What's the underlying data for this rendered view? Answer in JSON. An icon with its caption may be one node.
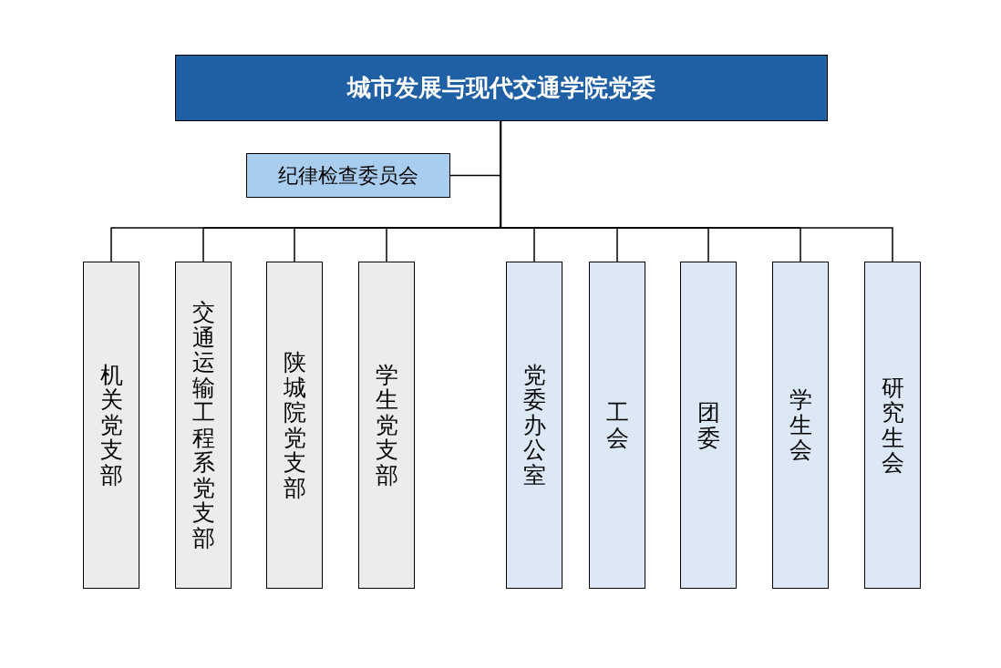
{
  "diagram": {
    "nodes": [
      {
        "text": [
          "城市发展与现代交通学院党委"
        ]
      },
      {
        "text": [
          "纪律检查委员会"
        ]
      },
      {
        "text": [
          "机关党支部"
        ]
      },
      {
        "text": [
          "交通运输工程系党支部"
        ]
      },
      {
        "text": [
          "陕城院党支部"
        ]
      },
      {
        "text": [
          "学生党支部"
        ]
      },
      {
        "text": [
          "党委办公室"
        ]
      },
      {
        "text": [
          "工会"
        ]
      },
      {
        "text": [
          "团委"
        ]
      },
      {
        "text": [
          "学生会"
        ]
      },
      {
        "text": [
          "研究生会"
        ]
      }
    ],
    "edges": [
      {
        "from": 0,
        "to": 1,
        "arrow": "none"
      },
      {
        "from": 0,
        "to": 2,
        "arrow": "none"
      },
      {
        "from": 0,
        "to": 3,
        "arrow": "none"
      },
      {
        "from": 0,
        "to": 4,
        "arrow": "none"
      },
      {
        "from": 0,
        "to": 5,
        "arrow": "none"
      },
      {
        "from": 0,
        "to": 6,
        "arrow": "none"
      },
      {
        "from": 0,
        "to": 7,
        "arrow": "none"
      },
      {
        "from": 0,
        "to": 8,
        "arrow": "none"
      },
      {
        "from": 0,
        "to": 9,
        "arrow": "none"
      },
      {
        "from": 0,
        "to": 10,
        "arrow": "none"
      }
    ]
  }
}
